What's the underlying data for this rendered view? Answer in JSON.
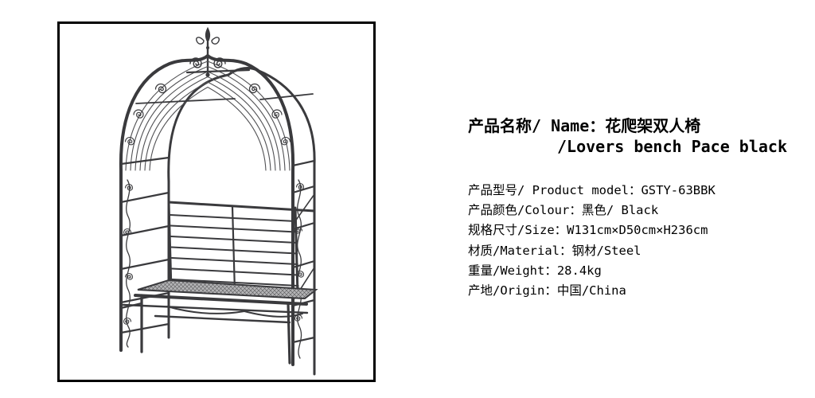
{
  "product": {
    "title_line1": "产品名称/ Name：花爬架双人椅",
    "title_line2": "/Lovers bench Pace black",
    "specs": [
      "产品型号/ Product model：GSTY-63BBK",
      "产品颜色/Colour：黑色/ Black",
      "规格尺寸/Size：W131cm×D50cm×H236cm",
      "材质/Material：钢材/Steel",
      "重量/Weight：28.4kg",
      "产地/Origin：中国/China"
    ],
    "photo": {
      "subject": "black steel garden arch arbor with built-in two-seat bench",
      "colors": {
        "frame_border": "#000000",
        "metal": "#3a3a3d",
        "metal_thin": "#515154",
        "seat_mesh": "#b4b4b6",
        "background": "#ffffff",
        "text": "#000000"
      }
    }
  }
}
